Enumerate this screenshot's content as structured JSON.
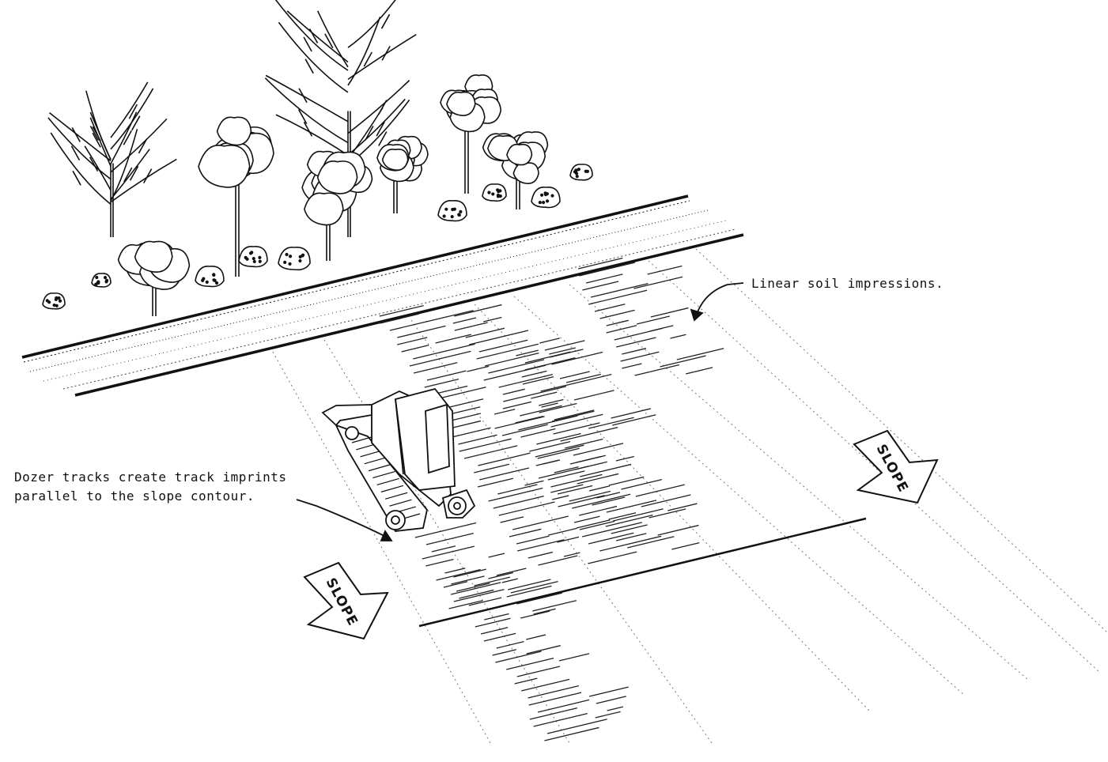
{
  "annotations": {
    "linear_soil": "Linear soil impressions.",
    "dozer_line1": "Dozer tracks create track imprints",
    "dozer_line2": "parallel to the slope contour."
  },
  "arrows": {
    "left_label": "SLOPE",
    "right_label": "SLOPE"
  },
  "colors": {
    "ink": "#111111",
    "paper": "#ffffff",
    "light_ink": "#8a8a8a"
  }
}
